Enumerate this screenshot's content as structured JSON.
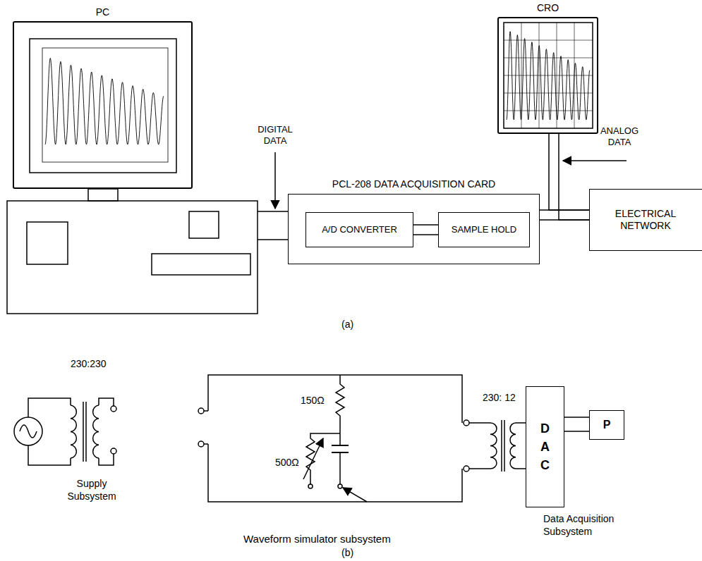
{
  "diagram": {
    "nodes": [
      {
        "text": [
          "PC"
        ]
      },
      {
        "text": [
          "PCL-208 DATA ACQUISITION CARD"
        ]
      },
      {
        "text": [
          "A/D CONVERTER"
        ],
        "in": 1
      },
      {
        "text": [
          "SAMPLE HOLD"
        ],
        "in": 1
      },
      {
        "text": [
          "CRO"
        ]
      },
      {
        "text": [
          "ELECTRICAL NETWORK"
        ]
      },
      {
        "text": [
          "D A C"
        ]
      },
      {
        "text": [
          "P"
        ]
      }
    ],
    "edges": [
      {
        "from": 2,
        "to": 3,
        "arrow": "none"
      },
      {
        "from": 1,
        "to": 5,
        "arrow": "none"
      },
      {
        "from": 4,
        "to": 5,
        "arrow": "none"
      },
      {
        "from": 6,
        "to": 7,
        "arrow": "none"
      }
    ],
    "labels": [
      "DIGITAL DATA",
      "ANALOG DATA",
      "(a)",
      "230:230",
      "Supply Subsystem",
      "150Ω",
      "500Ω",
      "230: 12",
      "Data Acquisition Subsystem",
      "Waveform simulator subsystem",
      "(b)"
    ]
  }
}
